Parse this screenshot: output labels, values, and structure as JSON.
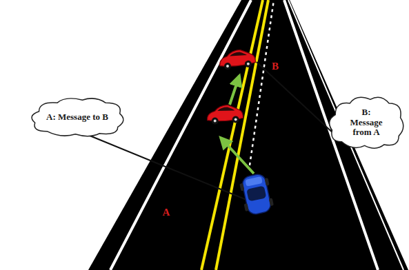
{
  "diagram": {
    "nodes": [
      {
        "text": [
          "A: Message to B"
        ]
      },
      {
        "text": [
          "B: Message from A"
        ]
      }
    ],
    "labels": [
      "A",
      "B"
    ]
  }
}
